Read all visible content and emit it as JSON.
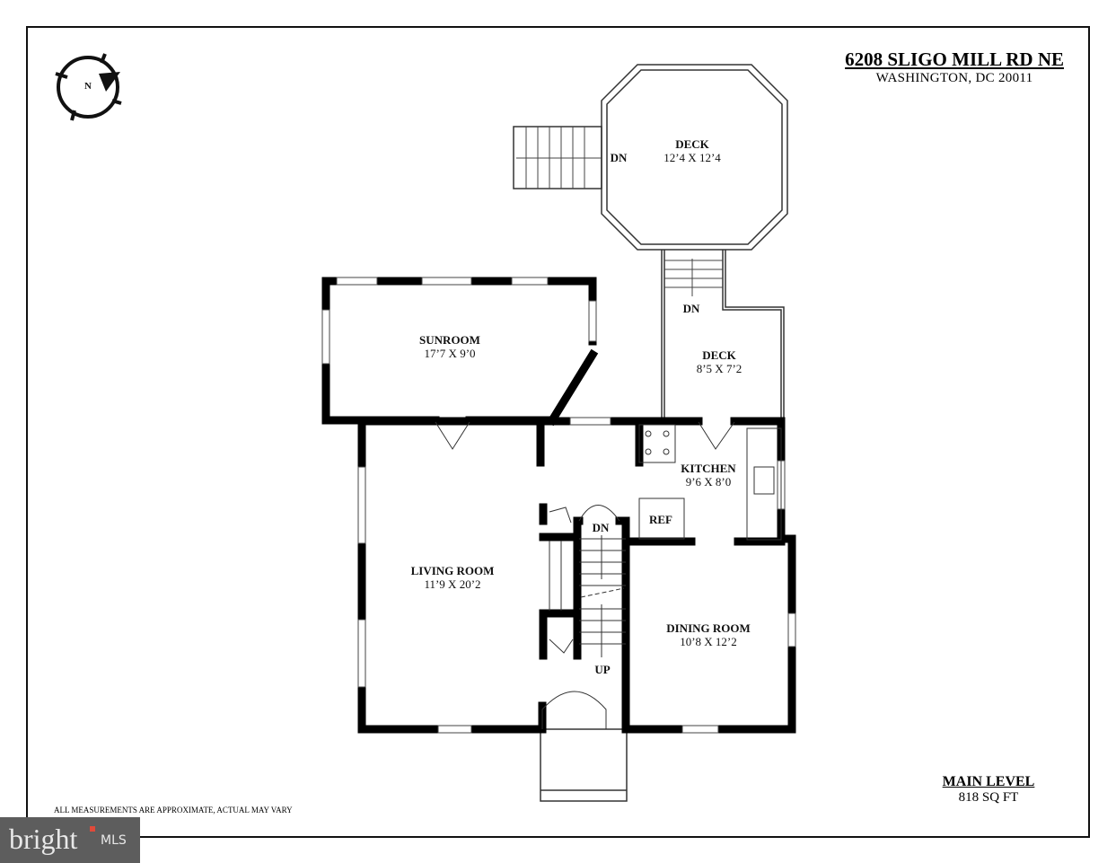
{
  "header": {
    "address": "6208 SLIGO MILL RD NE",
    "city": "WASHINGTON, DC 20011"
  },
  "compass": {
    "label": "N",
    "icon": "compass-north-icon"
  },
  "rooms": [
    {
      "name": "DECK",
      "dims": "12’4 X 12’4"
    },
    {
      "name": "DECK",
      "dims": "8’5 X 7’2"
    },
    {
      "name": "SUNROOM",
      "dims": "17’7 X 9’0"
    },
    {
      "name": "KITCHEN",
      "dims": "9’6 X 8’0"
    },
    {
      "name": "LIVING ROOM",
      "dims": "11’9 X 20’2"
    },
    {
      "name": "DINING ROOM",
      "dims": "10’8 X 12’2"
    }
  ],
  "labels": {
    "dn1": "DN",
    "dn2": "DN",
    "dn3": "DN",
    "up": "UP",
    "ref": "REF"
  },
  "footer": {
    "level": "MAIN LEVEL",
    "area": "818 SQ FT",
    "disclaimer": "ALL MEASUREMENTS ARE APPROXIMATE, ACTUAL MAY VARY"
  },
  "logo": {
    "text": "bright",
    "suffix": "MLS",
    "accent": "#e04a3a"
  }
}
